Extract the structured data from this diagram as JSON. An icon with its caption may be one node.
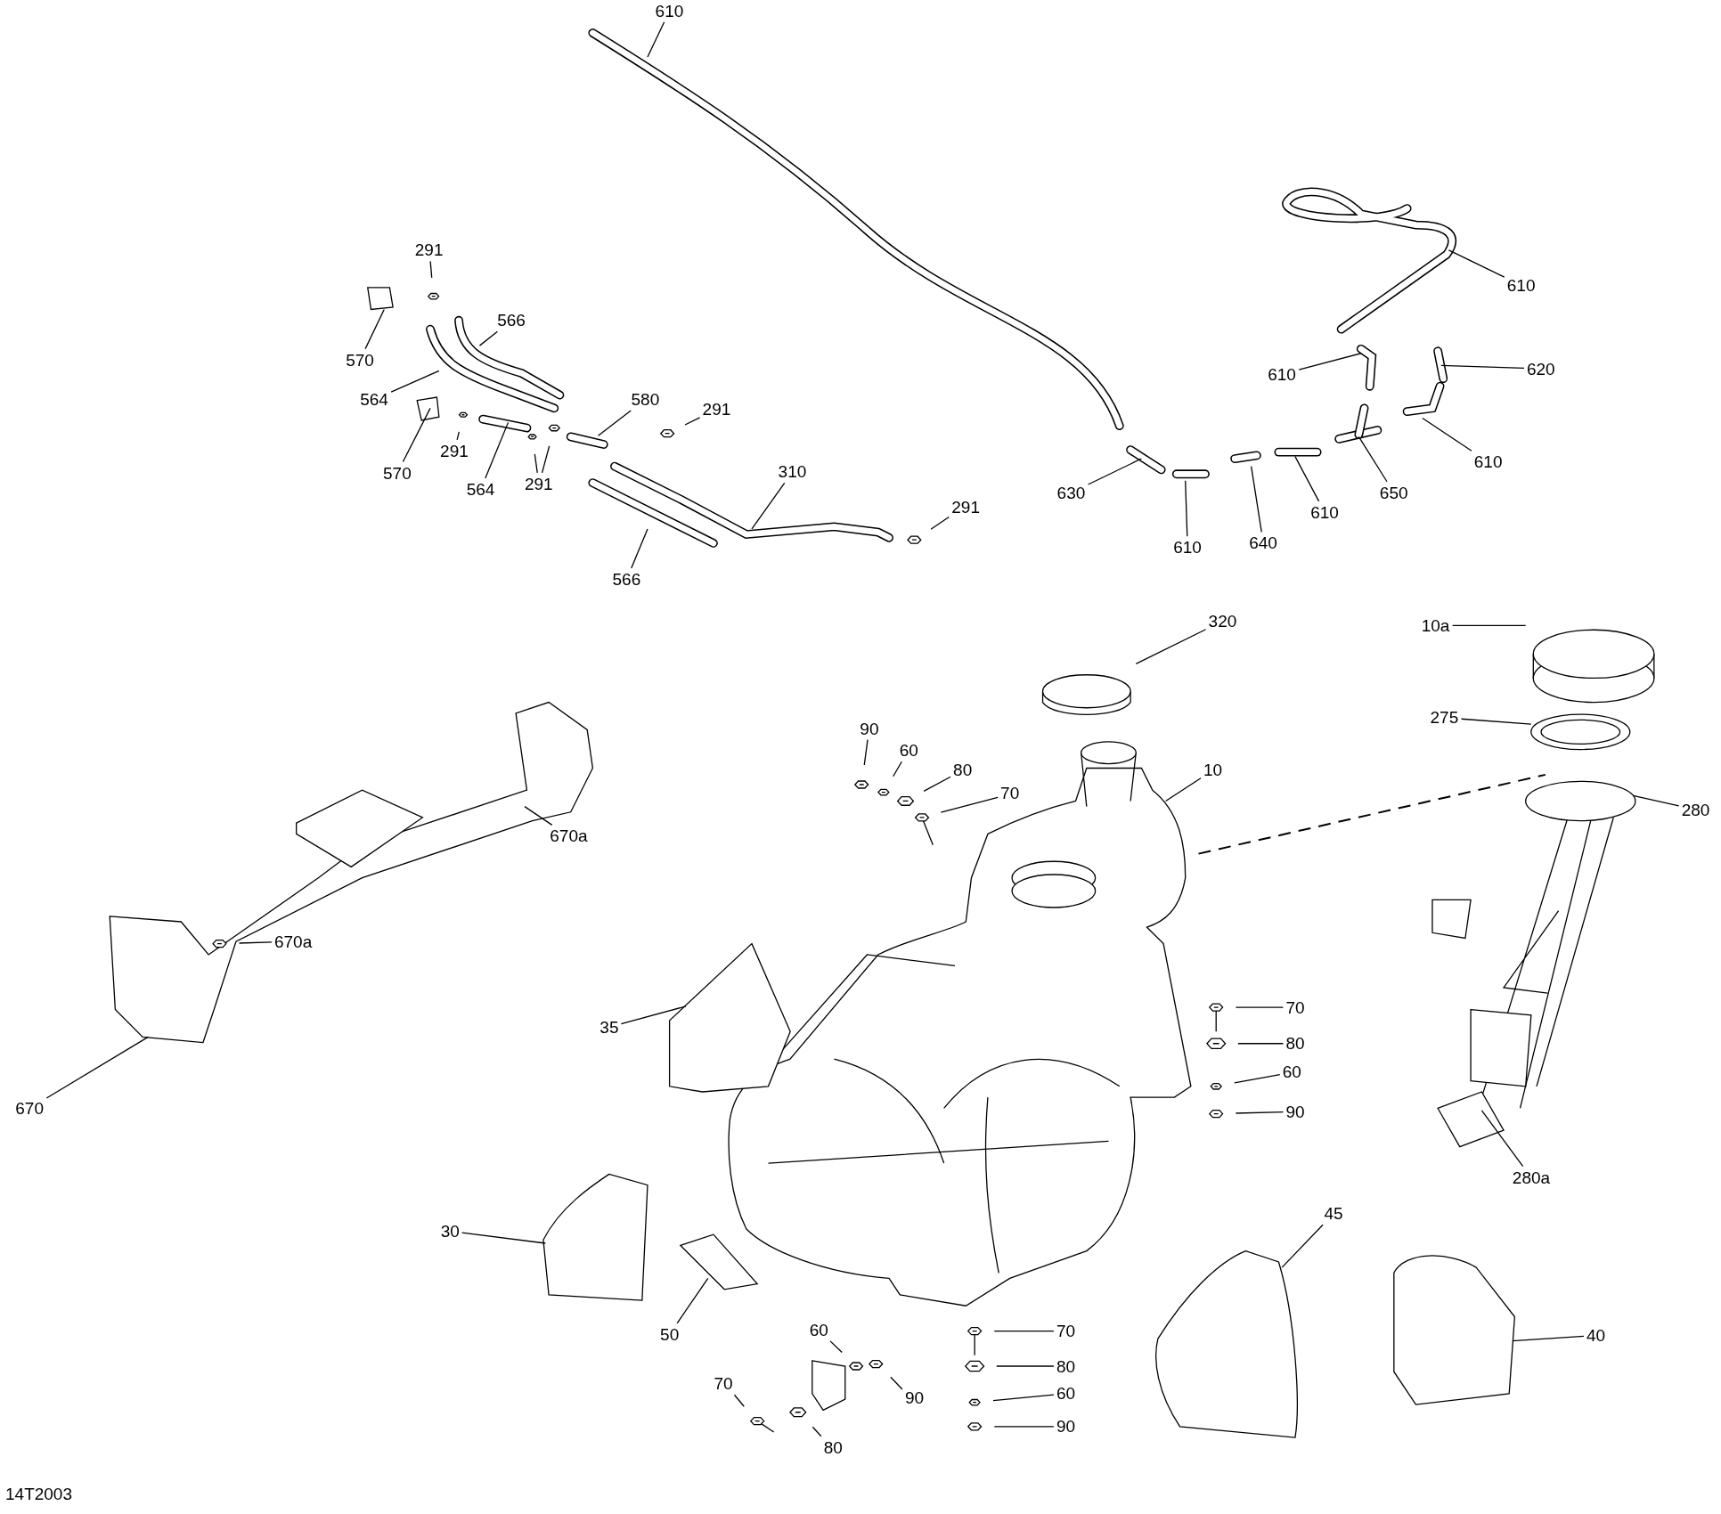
{
  "diagram": {
    "nodes": [
      {
        "text": [
          "610"
        ]
      },
      {
        "text": [
          "291"
        ]
      },
      {
        "text": [
          "566"
        ]
      },
      {
        "text": [
          "570"
        ]
      },
      {
        "text": [
          "564"
        ]
      },
      {
        "text": [
          "580"
        ]
      },
      {
        "text": [
          "291"
        ]
      },
      {
        "text": [
          "570"
        ]
      },
      {
        "text": [
          "291"
        ]
      },
      {
        "text": [
          "564"
        ]
      },
      {
        "text": [
          "291"
        ]
      },
      {
        "text": [
          "310"
        ]
      },
      {
        "text": [
          "291"
        ]
      },
      {
        "text": [
          "566"
        ]
      },
      {
        "text": [
          "610"
        ]
      },
      {
        "text": [
          "610"
        ]
      },
      {
        "text": [
          "620"
        ]
      },
      {
        "text": [
          "630"
        ]
      },
      {
        "text": [
          "610"
        ]
      },
      {
        "text": [
          "640"
        ]
      },
      {
        "text": [
          "610"
        ]
      },
      {
        "text": [
          "650"
        ]
      },
      {
        "text": [
          "610"
        ]
      },
      {
        "text": [
          "320"
        ]
      },
      {
        "text": [
          "10a"
        ]
      },
      {
        "text": [
          "275"
        ]
      },
      {
        "text": [
          "90"
        ]
      },
      {
        "text": [
          "60"
        ]
      },
      {
        "text": [
          "80"
        ]
      },
      {
        "text": [
          "70"
        ]
      },
      {
        "text": [
          "10"
        ]
      },
      {
        "text": [
          "280"
        ]
      },
      {
        "text": [
          "670a"
        ]
      },
      {
        "text": [
          "670a"
        ]
      },
      {
        "text": [
          "35"
        ]
      },
      {
        "text": [
          "70"
        ]
      },
      {
        "text": [
          "80"
        ]
      },
      {
        "text": [
          "60"
        ]
      },
      {
        "text": [
          "90"
        ]
      },
      {
        "text": [
          "670"
        ]
      },
      {
        "text": [
          "280a"
        ]
      },
      {
        "text": [
          "30"
        ]
      },
      {
        "text": [
          "45"
        ]
      },
      {
        "text": [
          "50"
        ]
      },
      {
        "text": [
          "60"
        ]
      },
      {
        "text": [
          "90"
        ]
      },
      {
        "text": [
          "70"
        ]
      },
      {
        "text": [
          "80"
        ]
      },
      {
        "text": [
          "70"
        ]
      },
      {
        "text": [
          "80"
        ]
      },
      {
        "text": [
          "60"
        ]
      },
      {
        "text": [
          "90"
        ]
      },
      {
        "text": [
          "40"
        ]
      }
    ],
    "edges": [
      {
        "from": 0,
        "to": null,
        "arrow": "none"
      },
      {
        "from": 1,
        "to": null,
        "arrow": "none"
      },
      {
        "from": 2,
        "to": null,
        "arrow": "none"
      },
      {
        "from": 3,
        "to": null,
        "arrow": "none"
      },
      {
        "from": 4,
        "to": null,
        "arrow": "none"
      },
      {
        "from": 5,
        "to": null,
        "arrow": "none"
      },
      {
        "from": 6,
        "to": null,
        "arrow": "none"
      },
      {
        "from": 7,
        "to": null,
        "arrow": "none"
      },
      {
        "from": 8,
        "to": null,
        "arrow": "none"
      },
      {
        "from": 9,
        "to": null,
        "arrow": "none"
      },
      {
        "from": 10,
        "to": null,
        "arrow": "none"
      },
      {
        "from": 10,
        "to": null,
        "arrow": "none"
      },
      {
        "from": 11,
        "to": null,
        "arrow": "none"
      },
      {
        "from": 12,
        "to": null,
        "arrow": "none"
      },
      {
        "from": 13,
        "to": null,
        "arrow": "none"
      },
      {
        "from": 14,
        "to": null,
        "arrow": "none"
      },
      {
        "from": 15,
        "to": null,
        "arrow": "none"
      },
      {
        "from": 16,
        "to": null,
        "arrow": "none"
      },
      {
        "from": 17,
        "to": null,
        "arrow": "none"
      },
      {
        "from": 18,
        "to": null,
        "arrow": "none"
      },
      {
        "from": 19,
        "to": null,
        "arrow": "none"
      },
      {
        "from": 20,
        "to": null,
        "arrow": "none"
      },
      {
        "from": 21,
        "to": null,
        "arrow": "none"
      },
      {
        "from": 22,
        "to": null,
        "arrow": "none"
      },
      {
        "from": 23,
        "to": null,
        "arrow": "none"
      },
      {
        "from": 24,
        "to": null,
        "arrow": "none"
      },
      {
        "from": 25,
        "to": null,
        "arrow": "none"
      },
      {
        "from": 26,
        "to": null,
        "arrow": "none"
      },
      {
        "from": 27,
        "to": null,
        "arrow": "none"
      },
      {
        "from": 28,
        "to": null,
        "arrow": "none"
      },
      {
        "from": 29,
        "to": null,
        "arrow": "none"
      },
      {
        "from": 30,
        "to": null,
        "arrow": "none"
      },
      {
        "from": 31,
        "to": null,
        "arrow": "none"
      },
      {
        "from": 32,
        "to": null,
        "arrow": "none"
      },
      {
        "from": 33,
        "to": null,
        "arrow": "none"
      },
      {
        "from": 34,
        "to": null,
        "arrow": "none"
      },
      {
        "from": 35,
        "to": null,
        "arrow": "none"
      },
      {
        "from": 36,
        "to": null,
        "arrow": "none"
      },
      {
        "from": 37,
        "to": null,
        "arrow": "none"
      },
      {
        "from": 38,
        "to": null,
        "arrow": "none"
      },
      {
        "from": 39,
        "to": null,
        "arrow": "none"
      },
      {
        "from": 40,
        "to": null,
        "arrow": "none"
      },
      {
        "from": 41,
        "to": null,
        "arrow": "none"
      },
      {
        "from": 42,
        "to": null,
        "arrow": "none"
      },
      {
        "from": 43,
        "to": null,
        "arrow": "none"
      },
      {
        "from": 44,
        "to": null,
        "arrow": "none"
      },
      {
        "from": 45,
        "to": null,
        "arrow": "none"
      },
      {
        "from": 46,
        "to": null,
        "arrow": "none"
      },
      {
        "from": 47,
        "to": null,
        "arrow": "none"
      },
      {
        "from": 48,
        "to": null,
        "arrow": "none"
      },
      {
        "from": 49,
        "to": null,
        "arrow": "none"
      },
      {
        "from": 50,
        "to": null,
        "arrow": "none"
      },
      {
        "from": 51,
        "to": null,
        "arrow": "none"
      },
      {
        "from": 52,
        "to": null,
        "arrow": "none"
      }
    ],
    "labels": [
      "14T2003"
    ]
  }
}
